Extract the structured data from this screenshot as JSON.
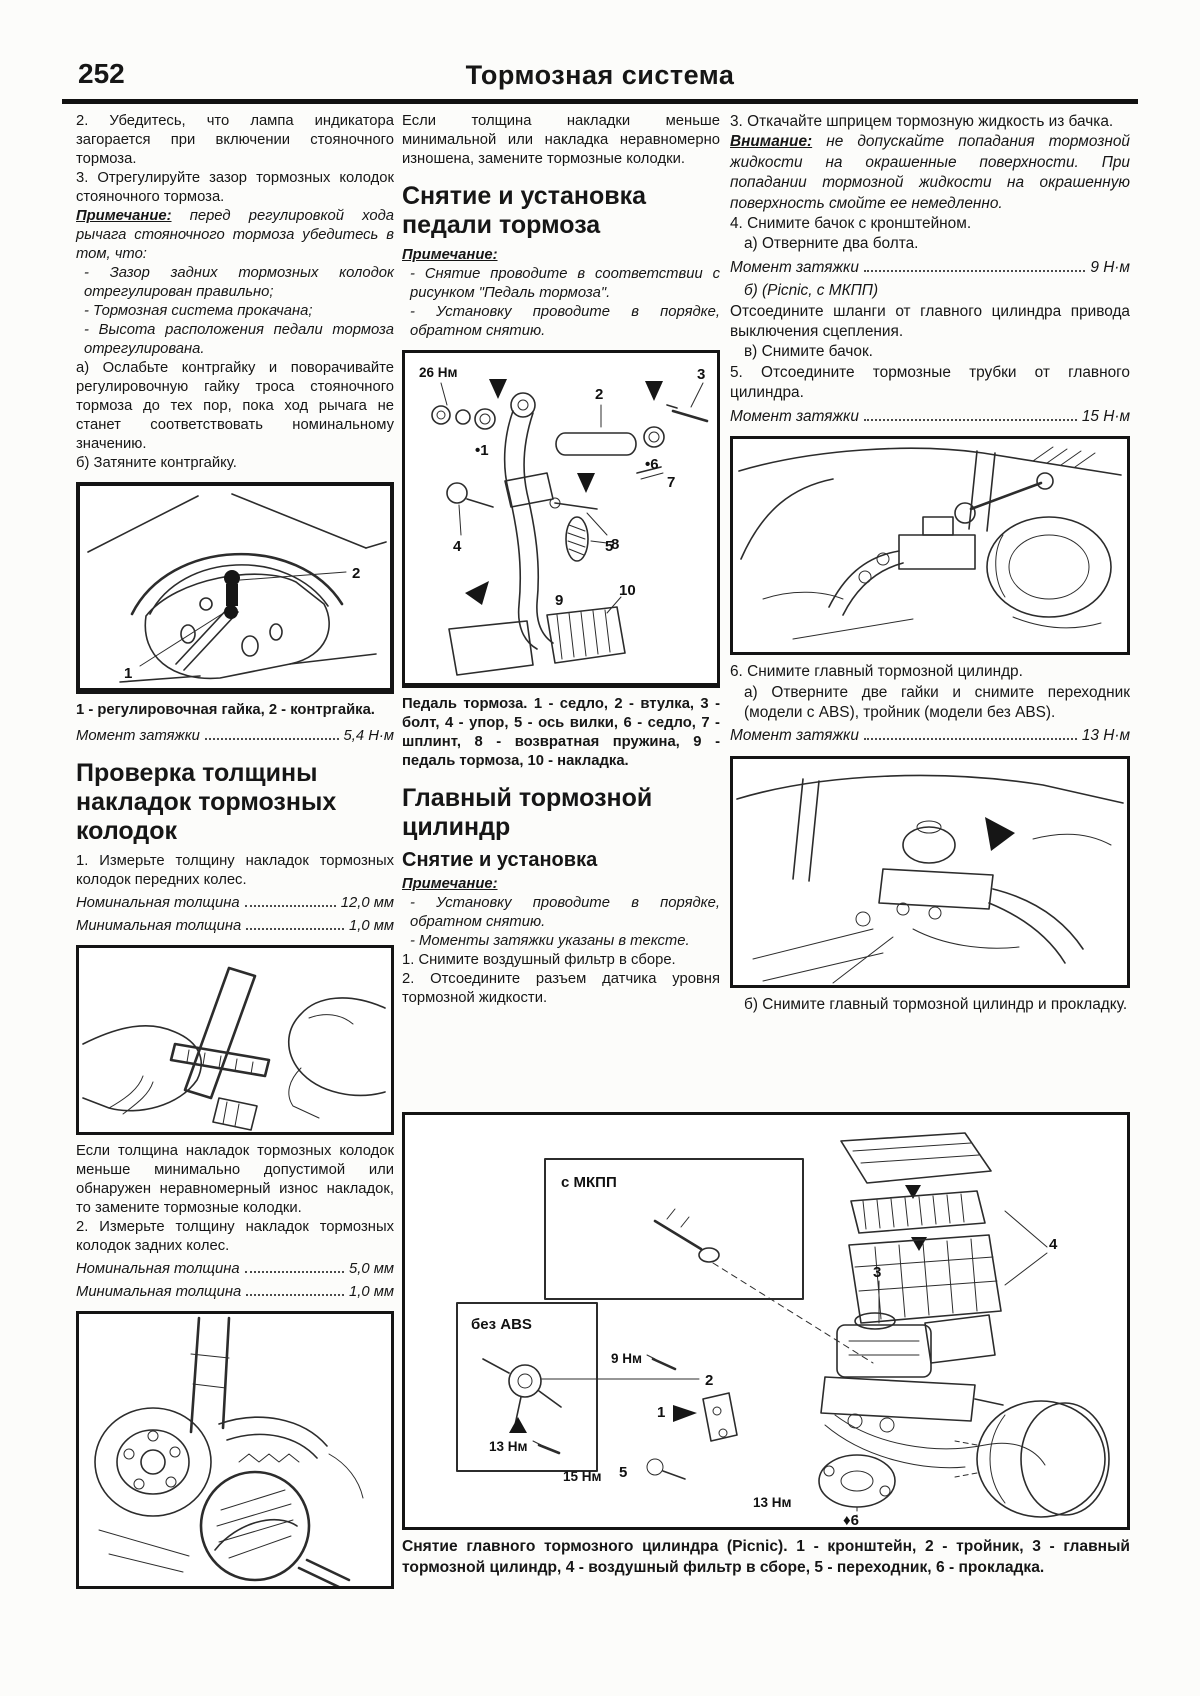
{
  "header": {
    "page_number": "252",
    "title": "Тормозная система"
  },
  "left": {
    "p_step2": "2. Убедитесь, что лампа индикатора загорается при включении стояночного тормоза.",
    "p_step3": "3. Отрегулируйте зазор тормозных колодок стояночного тормоза.",
    "note_label": "Примечание:",
    "note_text": " перед регулировкой хода рычага стояночного тормоза убедитесь в том, что:",
    "note_item1": "- Зазор задних тормозных колодок отрегулирован правильно;",
    "note_item2": "- Тормозная система прокачана;",
    "note_item3": "- Высота расположения педали тормоза отрегулирована.",
    "p_a": "а) Ослабьте контргайку и поворачивайте регулировочную гайку троса стояночного тормоза до тех пор, пока ход рычага не станет соответствовать номинальному значению.",
    "p_b": "б) Затяните контргайку.",
    "fig_adjuster": {
      "callout1": "1",
      "callout2": "2"
    },
    "fig_adjuster_caption": "1 - регулировочная гайка, 2 - контргайка.",
    "torque_label": "Момент затяжки",
    "torque_value": "5,4 Н·м",
    "heading": "Проверка толщины накладок тормозных колодок",
    "p_front": "1. Измерьте толщину накладок тормозных колодок передних колес.",
    "front_nominal_label": "Номинальная толщина",
    "front_nominal_value": "12,0 мм",
    "front_min_label": "Минимальная толщина",
    "front_min_value": "1,0 мм",
    "p_replace": "Если толщина накладок тормозных колодок меньше минимально допустимой или обнаружен неравномерный износ накладок, то замените тормозные колодки.",
    "p_rear": "2. Измерьте толщину накладок тормозных колодок задних колес.",
    "rear_nominal_label": "Номинальная толщина",
    "rear_nominal_value": "5,0 мм",
    "rear_min_label": "Минимальная толщина",
    "rear_min_value": "1,0 мм"
  },
  "middle": {
    "p_intro": "Если толщина накладки меньше минимальной или накладка неравномерно изношена, замените тормозные колодки.",
    "heading_pedal": "Снятие и установка педали тормоза",
    "note_label": "Примечание:",
    "note_item1": "- Снятие проводите в соответствии с рисунком \"Педаль тормоза\".",
    "note_item2": "- Установку проводите в порядке, обратном снятию.",
    "fig_pedal": {
      "torque": "26 Нм",
      "c1": "•1",
      "c2": "2",
      "c3": "3",
      "c4": "4",
      "c5": "5",
      "c6": "•6",
      "c7": "7",
      "c8": "8",
      "c9": "9",
      "c10": "10"
    },
    "fig_pedal_caption": "Педаль тормоза. 1 - седло, 2 - втулка, 3 - болт, 4 - упор, 5 - ось вилки, 6 - седло, 7 - шплинт, 8 - возвратная пружина, 9 - педаль тормоза, 10 - накладка.",
    "heading_master": "Главный тормозной цилиндр",
    "subheading": "Снятие и установка",
    "note2_label": "Примечание:",
    "note2_item1": "- Установку проводите в порядке, обратном снятию.",
    "note2_item2": "- Моменты затяжки указаны в тексте.",
    "p_step1": "1. Снимите воздушный фильтр в сборе.",
    "p_step2": "2. Отсоедините разъем датчика уровня тормозной жидкости."
  },
  "right": {
    "p_step3": "3. Откачайте шприцем тормозную жидкость из бачка.",
    "warn_label": "Внимание:",
    "warn_text": " не допускайте попадания тормозной жидкости на окрашенные поверхности. При попадании тормозной жидкости на окрашенную поверхность смойте ее немедленно.",
    "p_step4": "4. Снимите бачок с кронштейном.",
    "p_4a": "а) Отверните два болта.",
    "torque1_label": "Момент затяжки",
    "torque1_value": "9 Н·м",
    "p_4b": "б) (Picnic, с МКПП)",
    "p_4b_text": "Отсоедините шланги от главного цилиндра привода выключения сцепления.",
    "p_4v": "в) Снимите бачок.",
    "p_step5": "5. Отсоедините тормозные трубки от главного цилиндра.",
    "torque2_label": "Момент затяжки",
    "torque2_value": "15 Н·м",
    "p_step6": "6. Снимите главный тормозной цилиндр.",
    "p_6a": "а) Отверните две гайки и снимите переходник (модели с ABS), тройник (модели без ABS).",
    "torque3_label": "Момент затяжки",
    "torque3_value": "13 Н·м",
    "p_6b": "б) Снимите главный тормозной цилиндр и прокладку."
  },
  "bottom": {
    "fig": {
      "inset_mkpp": "с МКПП",
      "inset_abs": "без ABS",
      "c1": "1",
      "c2": "2",
      "c3": "3",
      "c4": "4",
      "c5": "5",
      "c6": "♦6",
      "t_9": "9 Нм",
      "t_13a": "13 Нм",
      "t_15": "15 Нм",
      "t_13b": "13 Нм"
    },
    "caption": "Снятие главного тормозного цилиндра (Picnic). 1 - кронштейн, 2 - тройник, 3 - главный тормозной цилиндр, 4 - воздушный фильтр в сборе, 5 - переходник, 6 - прокладка."
  }
}
